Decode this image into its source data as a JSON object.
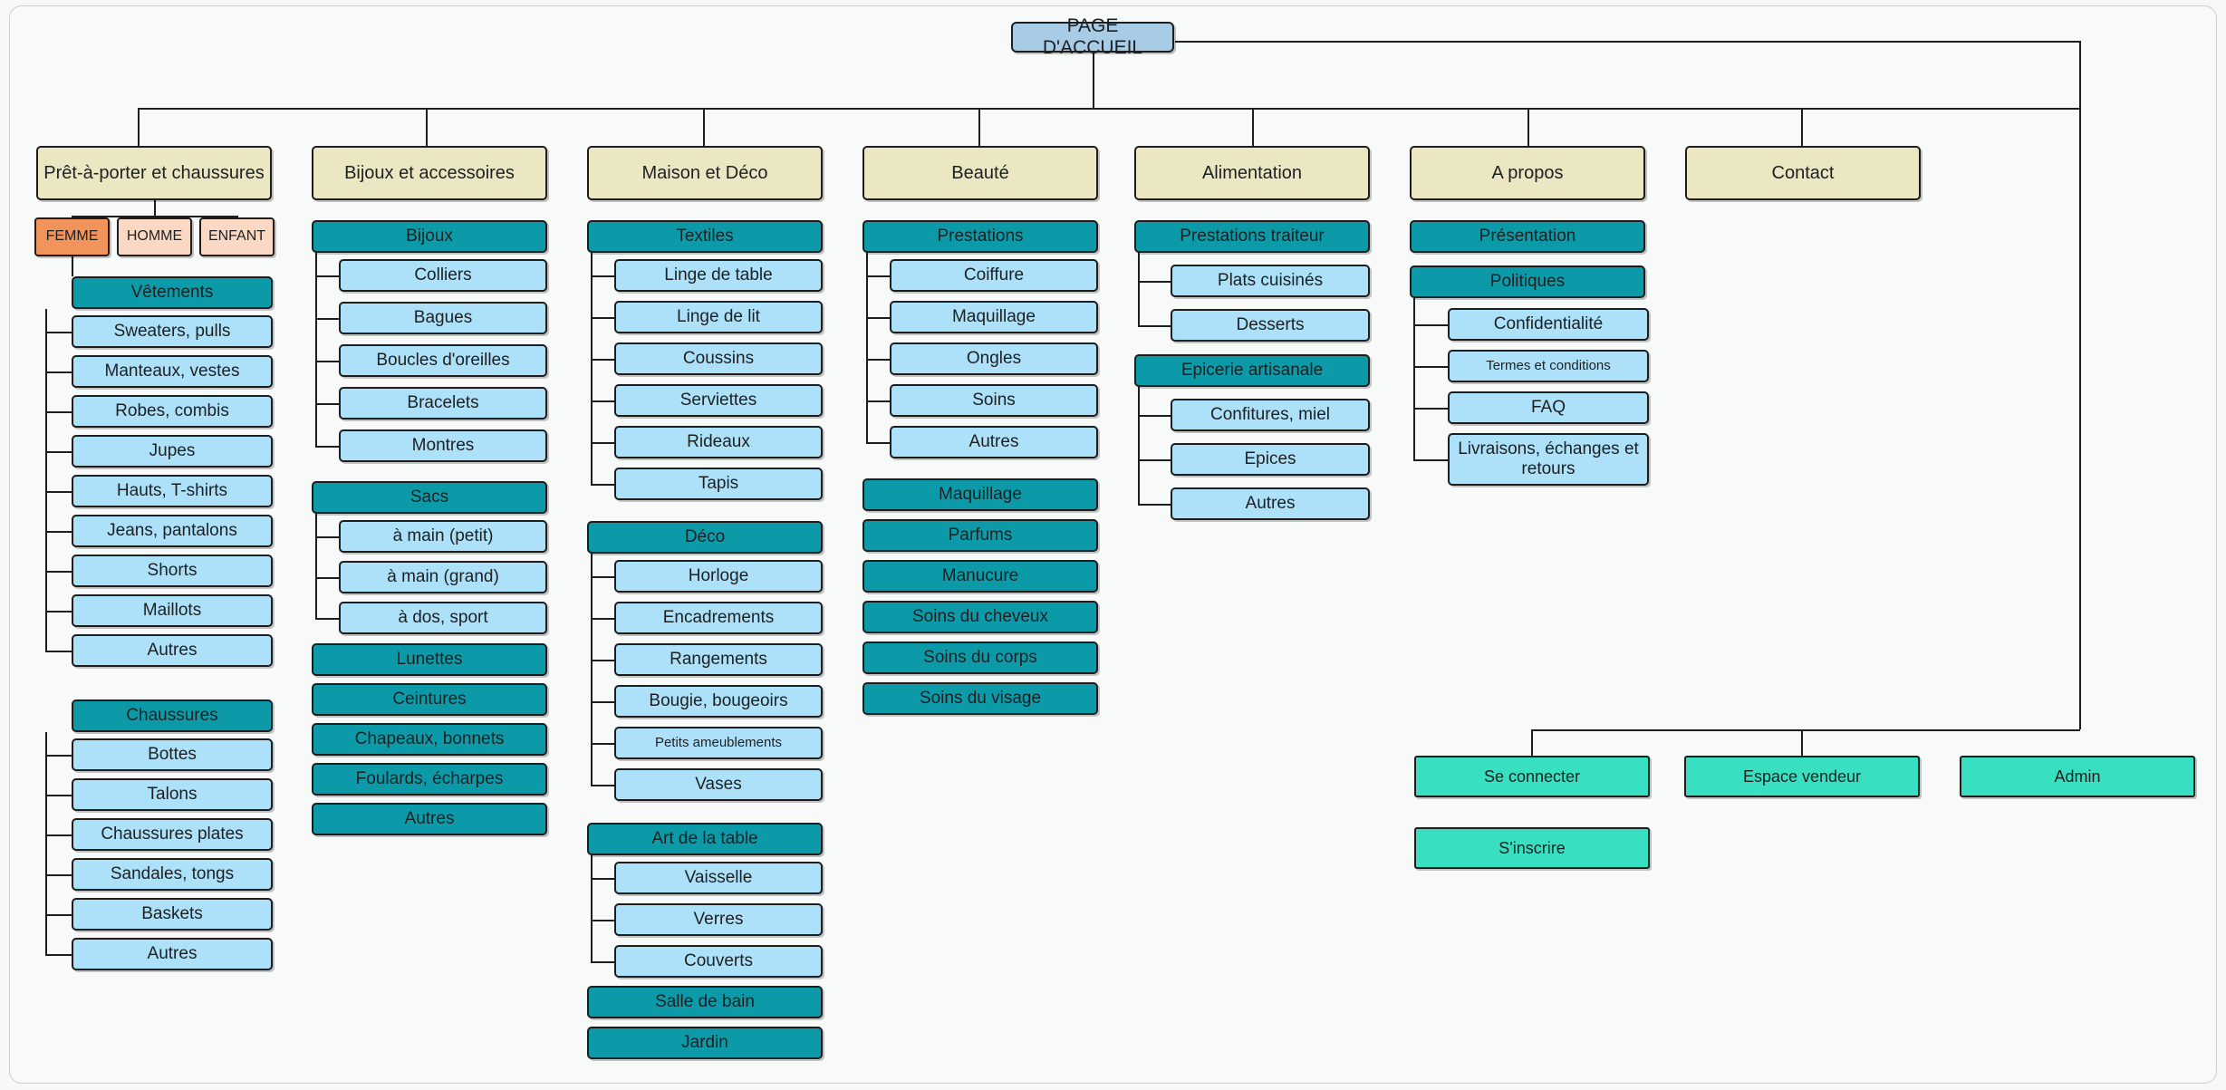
{
  "diagram": {
    "title": "Sitemap",
    "colors": {
      "home": "#a8cce6",
      "category": "#ece7c3",
      "gender": "#fad8c3",
      "gender_active": "#f0945c",
      "section": "#0d9aa8",
      "leaf": "#ade1fa",
      "action": "#38dfc0",
      "stroke": "#1d1d1d",
      "background": "#f7f8f8"
    },
    "root": {
      "label": "PAGE D'ACCUEIL"
    },
    "categories": [
      {
        "label": "Prêt-à-porter et chaussures"
      },
      {
        "label": "Bijoux et accessoires"
      },
      {
        "label": "Maison et Déco"
      },
      {
        "label": "Beauté"
      },
      {
        "label": "Alimentation"
      },
      {
        "label": "A propos"
      },
      {
        "label": "Contact"
      }
    ],
    "genders": [
      {
        "label": "FEMME",
        "active": true
      },
      {
        "label": "HOMME",
        "active": false
      },
      {
        "label": "ENFANT",
        "active": false
      }
    ],
    "col1": {
      "sections": [
        {
          "label": "Vêtements"
        },
        {
          "label": "Chaussures"
        }
      ],
      "vetements": [
        {
          "label": "Sweaters, pulls"
        },
        {
          "label": "Manteaux, vestes"
        },
        {
          "label": "Robes, combis"
        },
        {
          "label": "Jupes"
        },
        {
          "label": "Hauts, T-shirts"
        },
        {
          "label": "Jeans, pantalons"
        },
        {
          "label": "Shorts"
        },
        {
          "label": "Maillots"
        },
        {
          "label": "Autres"
        }
      ],
      "chaussures": [
        {
          "label": "Bottes"
        },
        {
          "label": "Talons"
        },
        {
          "label": "Chaussures plates"
        },
        {
          "label": "Sandales, tongs"
        },
        {
          "label": "Baskets"
        },
        {
          "label": "Autres"
        }
      ]
    },
    "col2": {
      "bijoux_header": "Bijoux",
      "bijoux": [
        {
          "label": "Colliers"
        },
        {
          "label": "Bagues"
        },
        {
          "label": "Boucles d'oreilles"
        },
        {
          "label": "Bracelets"
        },
        {
          "label": "Montres"
        }
      ],
      "sacs_header": "Sacs",
      "sacs": [
        {
          "label": "à main (petit)"
        },
        {
          "label": "à main (grand)"
        },
        {
          "label": "à dos, sport"
        }
      ],
      "others": [
        {
          "label": "Lunettes"
        },
        {
          "label": "Ceintures"
        },
        {
          "label": "Chapeaux, bonnets"
        },
        {
          "label": "Foulards, écharpes"
        },
        {
          "label": "Autres"
        }
      ]
    },
    "col3": {
      "textiles_header": "Textiles",
      "textiles": [
        {
          "label": "Linge de table"
        },
        {
          "label": "Linge de lit"
        },
        {
          "label": "Coussins"
        },
        {
          "label": "Serviettes"
        },
        {
          "label": "Rideaux"
        },
        {
          "label": "Tapis"
        }
      ],
      "deco_header": "Déco",
      "deco": [
        {
          "label": "Horloge"
        },
        {
          "label": "Encadrements"
        },
        {
          "label": "Rangements"
        },
        {
          "label": "Bougie, bougeoirs"
        },
        {
          "label": "Petits ameublements",
          "small": true
        },
        {
          "label": "Vases"
        }
      ],
      "art_header": "Art de la table",
      "art": [
        {
          "label": "Vaisselle"
        },
        {
          "label": "Verres"
        },
        {
          "label": "Couverts"
        }
      ],
      "tail": [
        {
          "label": "Salle de bain"
        },
        {
          "label": "Jardin"
        }
      ]
    },
    "col4": {
      "prestations_header": "Prestations",
      "prestations": [
        {
          "label": "Coiffure"
        },
        {
          "label": "Maquillage"
        },
        {
          "label": "Ongles"
        },
        {
          "label": "Soins"
        },
        {
          "label": "Autres"
        }
      ],
      "others": [
        {
          "label": "Maquillage"
        },
        {
          "label": "Parfums"
        },
        {
          "label": "Manucure"
        },
        {
          "label": "Soins du cheveux"
        },
        {
          "label": "Soins du corps"
        },
        {
          "label": "Soins du visage"
        }
      ]
    },
    "col5": {
      "traiteur_header": "Prestations traiteur",
      "traiteur": [
        {
          "label": "Plats cuisinés"
        },
        {
          "label": "Desserts"
        }
      ],
      "epicerie_header": "Epicerie artisanale",
      "epicerie": [
        {
          "label": "Confitures, miel"
        },
        {
          "label": "Epices"
        },
        {
          "label": "Autres"
        }
      ]
    },
    "col6": {
      "presentation_header": "Présentation",
      "politiques_header": "Politiques",
      "politiques": [
        {
          "label": "Confidentialité"
        },
        {
          "label": "Termes et conditions",
          "small": true
        },
        {
          "label": "FAQ"
        },
        {
          "label": "Livraisons, échanges et retours"
        }
      ]
    },
    "actions": [
      {
        "label": "Se connecter"
      },
      {
        "label": "Espace vendeur"
      },
      {
        "label": "Admin"
      },
      {
        "label": "S'inscrire"
      }
    ]
  }
}
